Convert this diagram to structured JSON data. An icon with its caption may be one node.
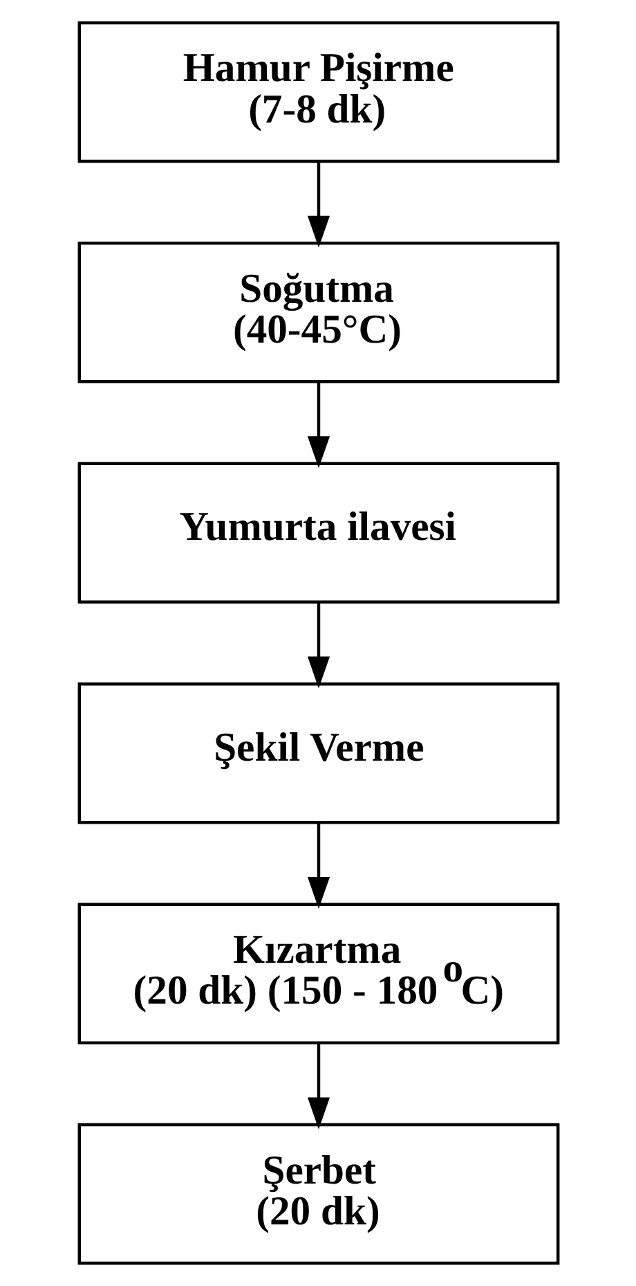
{
  "diagram": {
    "nodes": [
      {
        "text": [
          "Hamur Pişirme (7-8 dk)"
        ]
      },
      {
        "text": [
          "Soğutma (40-45°C)"
        ]
      },
      {
        "text": [
          "Yumurta ilavesi"
        ]
      },
      {
        "text": [
          "Şekil Verme"
        ]
      },
      {
        "text": [
          "Kızartma (20 dk) (150 - 180$^{o}$C)"
        ]
      },
      {
        "text": [
          "Şerbet (20 dk)"
        ]
      }
    ],
    "edges": [
      {
        "from": 0,
        "to": 1,
        "arrow": "to"
      },
      {
        "from": 1,
        "to": 2,
        "arrow": "to"
      },
      {
        "from": 2,
        "to": 3,
        "arrow": "to"
      },
      {
        "from": 3,
        "to": 4,
        "arrow": "to"
      },
      {
        "from": 4,
        "to": 5,
        "arrow": "to"
      }
    ]
  }
}
